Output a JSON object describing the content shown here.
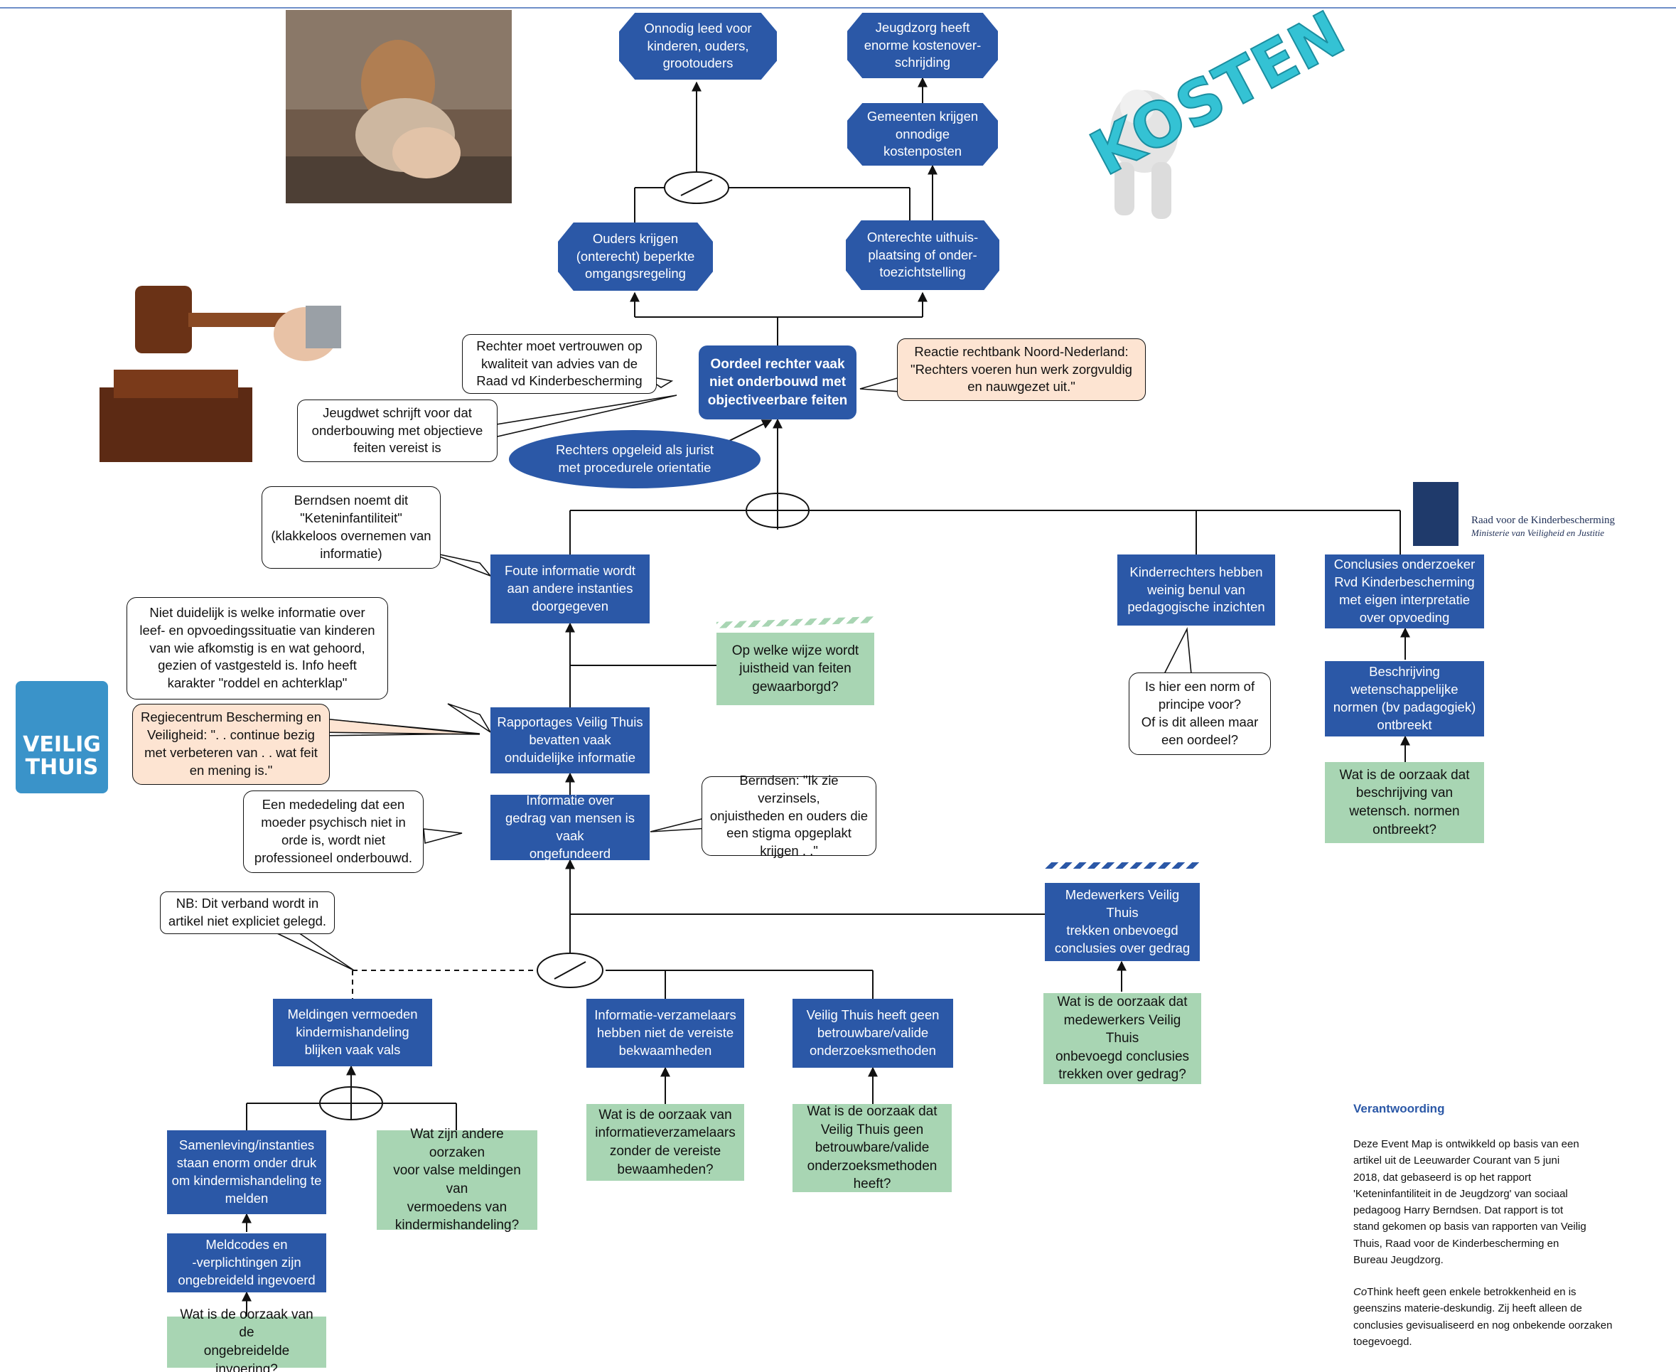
{
  "nodes": {
    "onnodig_leed": "Onnodig leed voor\nkinderen, ouders,\ngrootouders",
    "kostenoverschrijding": "Jeugdzorg heeft\nenorme kostenover-\nschrijding",
    "gemeenten": "Gemeenten krijgen\nonnodige\nkostenposten",
    "omgangsregeling": "Ouders krijgen\n(onterecht) beperkte\nomgangsregeling",
    "uithuisplaatsing": "Onterechte uithuis-\nplaatsing of onder-\ntoezichtstelling",
    "oordeel_rechter": "Oordeel rechter vaak\nniet onderbouwd met\nobjectiveerbare feiten",
    "rechters_jurist": "Rechters opgeleid als jurist\nmet procedurele orientatie",
    "foute_informatie": "Foute informatie wordt\naan andere instanties\ndoorgegeven",
    "kinderrechters": "Kinderrechters hebben\nweinig benul van\npedagogische inzichten",
    "conclusies_rvd": "Conclusies onderzoeker\nRvd Kinderbescherming\nmet eigen interpretatie\nover opvoeding",
    "beschrijving_normen": "Beschrijving\nwetenschappelijke\nnormen (bv padagogiek)\nontbreekt",
    "rapportages": "Rapportages Veilig Thuis\nbevatten vaak\nonduidelijke informatie",
    "informatie_gedrag": "Informatie over\ngedrag van mensen is vaak\nongefundeerd",
    "medewerkers": "Medewerkers Veilig Thuis\ntrekken onbevoegd\nconclusies over gedrag",
    "meldingen": "Meldingen vermoeden\nkindermishandeling\nblijken vaak vals",
    "verzamelaars": "Informatie-verzamelaars\nhebben niet de vereiste\nbekwaamheden",
    "methoden": "Veilig Thuis heeft geen\nbetrouwbare/valide\nonderzoeksmethoden",
    "samenleving": "Samenleving/instanties\nstaan enorm onder druk\nom kindermishandeling te\nmelden",
    "meldcodes": "Meldcodes en\n-verplichtingen zijn\nongebreideld ingevoerd"
  },
  "questions": {
    "justheid": "Op welke wijze wordt\njuistheid van feiten\ngewaarborgd?",
    "oorzaak_normen": "Wat is de oorzaak dat\nbeschrijving van\nwetensch. normen\nontbreekt?",
    "oorzaak_medewerkers": "Wat is de oorzaak dat\nmedewerkers Veilig Thuis\nonbevoegd conclusies\ntrekken over gedrag?",
    "andere_oorzaken": "Wat zijn andere oorzaken\nvoor valse meldingen van\nvermoedens van\nkindermishandeling?",
    "oorzaak_verzamelaars": "Wat is de oorzaak van\ninformatieverzamelaars\nzonder de vereiste\nbewaamheden?",
    "oorzaak_methoden": "Wat is de oorzaak dat\nVeilig Thuis geen\nbetrouwbare/valide\nonderzoeksmethoden\nheeft?",
    "oorzaak_invoering": "Wat is de oorzaak van de\nongebreidelde invoering?"
  },
  "callouts": {
    "vertrouwen": "Rechter moet vertrouwen op\nkwaliteit van advies van de\nRaad vd Kinderbescherming",
    "jeugdwet": "Jeugdwet schrijft voor dat\nonderbouwing met objectieve\nfeiten vereist is",
    "reactie_rechtbank": "Reactie rechtbank Noord-Nederland:\n\"Rechters voeren hun werk zorgvuldig\nen nauwgezet uit.\"",
    "ketenfantiliteit": "Berndsen noemt dit\n\"Keteninfantiliteit\"\n(klakkeloos overnemen van\ninformatie)",
    "niet_duidelijk": "Niet duidelijk is welke informatie over\nleef- en opvoedingssituatie van kinderen\nvan wie afkomstig is en wat gehoord,\ngezien of vastgesteld is. Info heeft\nkarakter \"roddel en achterklap\"",
    "regiecentrum": "Regiecentrum Bescherming en\nVeiligheid: \". . continue bezig\nmet verbeteren van . . wat feit\nen mening is.\"",
    "mededeling": "Een mededeling dat een\nmoeder psychisch niet in\norde is, wordt niet\nprofessioneel onderbouwd.",
    "berndsen_verzinsels": "Berndsen: \"Ik zie verzinsels,\nonjuistheden en ouders die\neen stigma opgeplakt\nkrijgen . .\"",
    "norm_principe": "Is hier een norm of\nprincipe voor?\nOf is dit alleen maar\neen oordeel?",
    "nb_verband": "NB: Dit verband wordt in\nartikel niet expliciet gelegd."
  },
  "images": {
    "kosten_text": "KOSTEN",
    "veilig_thuis_logo_text": "VEILIG\nTHUIS",
    "raad_name": "Raad voor de Kinderbescherming",
    "raad_ministerie": "Ministerie van Veiligheid en Justitie"
  },
  "sidebar": {
    "title": "Verantwoording",
    "paragraph1": "Deze Event Map is ontwikkeld op basis van een\nartikel uit de Leeuwarder Courant van 5 juni\n2018, dat gebaseerd is op het rapport\n'Keteninfantiliteit in de Jeugdzorg' van sociaal\npedagoog Harry Berndsen. Dat rapport is tot\nstand gekomen op basis van rapporten van Veilig\nThuis, Raad voor de Kinderbescherming en\nBureau Jeugdzorg.",
    "paragraph2_italic": "Co",
    "paragraph2": "Think heeft geen enkele betrokkenheid en is geenszins materie-deskundig. Zij heeft alleen de conclusies gevisualiseerd en nog onbekende oorzaken toegevoegd."
  },
  "colors": {
    "node_blue": "#2b58a7",
    "question_green": "#a8d5b3",
    "callout_peach": "#fde4d2",
    "line": "#111111"
  }
}
